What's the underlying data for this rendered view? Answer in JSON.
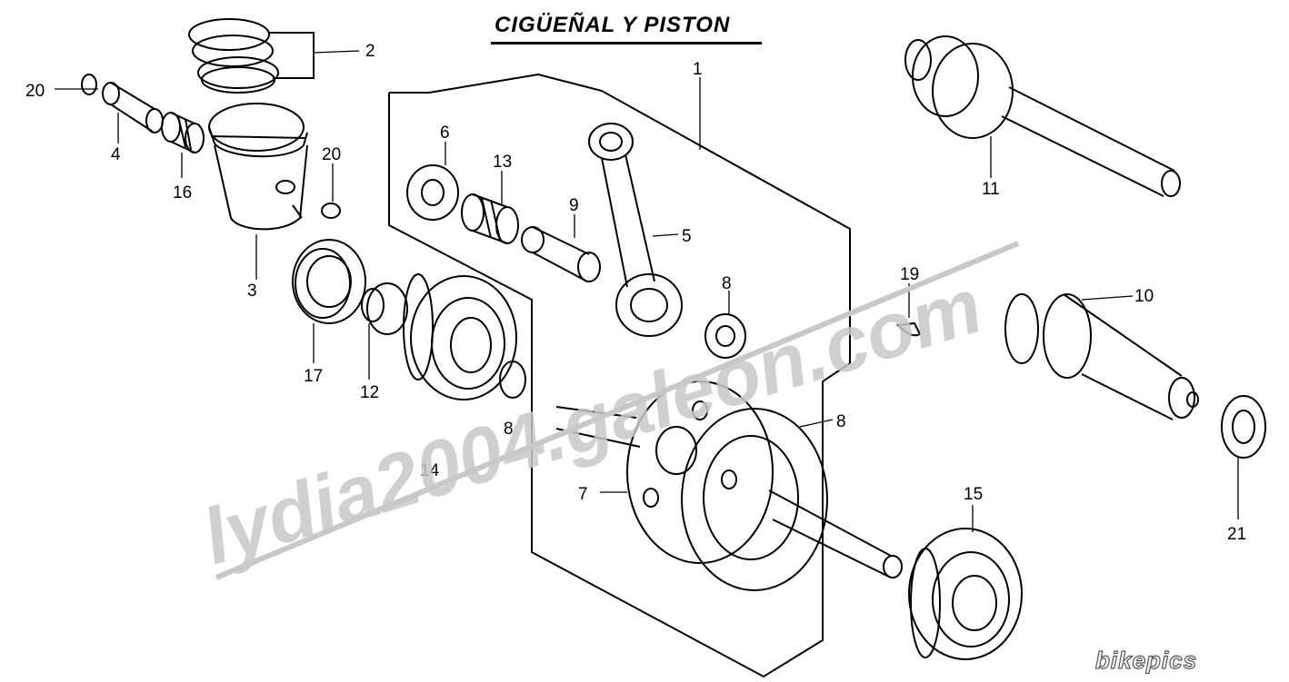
{
  "title": "CIGÜEÑAL Y PISTON",
  "watermark": "lydia2004.galeon.com",
  "brand": "bikepics",
  "callouts": {
    "c1": "1",
    "c2": "2",
    "c3": "3",
    "c4": "4",
    "c5": "5",
    "c6": "6",
    "c7": "7",
    "c8a": "8",
    "c8b": "8",
    "c8c": "8",
    "c9": "9",
    "c10": "10",
    "c11": "11",
    "c12": "12",
    "c13": "13",
    "c14": "14",
    "c15": "15",
    "c16": "16",
    "c17": "17",
    "c19": "19",
    "c20a": "20",
    "c20b": "20",
    "c21": "21"
  }
}
